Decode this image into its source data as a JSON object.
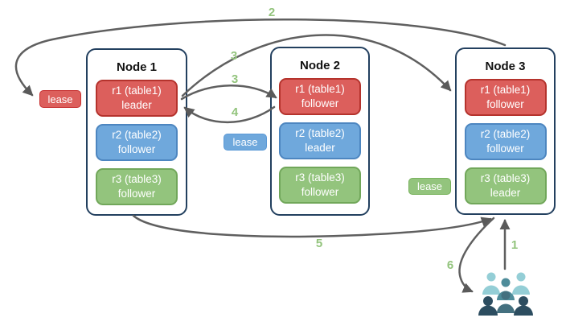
{
  "colors": {
    "red": "#dc5f5c",
    "blue": "#6fa8dc",
    "green": "#93c47d",
    "node_border": "#23405f",
    "arrow": "#5f5f5f",
    "step_label_green": "#93c47d",
    "users_light_teal": "#94ced6",
    "users_mid_teal": "#4e8c9a",
    "users_dark_slate": "#2c4d60"
  },
  "nodes": [
    {
      "title": "Node 1",
      "replicas": [
        {
          "name": "r1 (table1)",
          "role": "leader",
          "color": "red"
        },
        {
          "name": "r2 (table2)",
          "role": "follower",
          "color": "blue"
        },
        {
          "name": "r3 (table3)",
          "role": "follower",
          "color": "green"
        }
      ]
    },
    {
      "title": "Node 2",
      "replicas": [
        {
          "name": "r1 (table1)",
          "role": "follower",
          "color": "red"
        },
        {
          "name": "r2 (table2)",
          "role": "leader",
          "color": "blue"
        },
        {
          "name": "r3 (table3)",
          "role": "follower",
          "color": "green"
        }
      ]
    },
    {
      "title": "Node 3",
      "replicas": [
        {
          "name": "r1 (table1)",
          "role": "follower",
          "color": "red"
        },
        {
          "name": "r2 (table2)",
          "role": "follower",
          "color": "blue"
        },
        {
          "name": "r3 (table3)",
          "role": "leader",
          "color": "green"
        }
      ]
    }
  ],
  "leases": [
    {
      "label": "lease",
      "color": "red"
    },
    {
      "label": "lease",
      "color": "blue"
    },
    {
      "label": "lease",
      "color": "green"
    }
  ],
  "steps": [
    {
      "label": "2"
    },
    {
      "label": "3"
    },
    {
      "label": "3"
    },
    {
      "label": "4"
    },
    {
      "label": "5"
    },
    {
      "label": "6"
    },
    {
      "label": "1"
    }
  ],
  "icons": {
    "users": "users-group-icon"
  }
}
